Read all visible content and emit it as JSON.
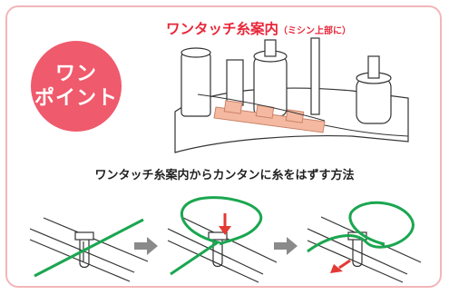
{
  "badge": {
    "line1": "ワン",
    "line2": "ポイント"
  },
  "header": {
    "title": "ワンタッチ糸案内",
    "note": "（ミシン上部に）"
  },
  "instruction": "ワンタッチ糸案内からカンタンに糸をはずす方法",
  "colors": {
    "badge": "#ef5a6c",
    "title": "#e8273a",
    "thread": "#1aa650",
    "arrow": "#e33a35",
    "guide": "#f4b9a0",
    "frame": "#f2b6b9"
  },
  "icons": [
    "arrow-right-icon",
    "arrow-right-icon"
  ]
}
